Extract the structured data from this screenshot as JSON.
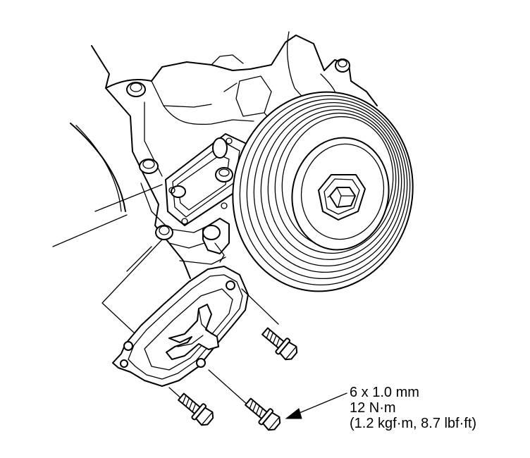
{
  "spec": {
    "line1": "6 x 1.0 mm",
    "line2": "12 N·m",
    "line3": "(1.2 kgf·m, 8.7 lbf·ft)"
  },
  "colors": {
    "line": "#000000",
    "background": "#ffffff"
  }
}
